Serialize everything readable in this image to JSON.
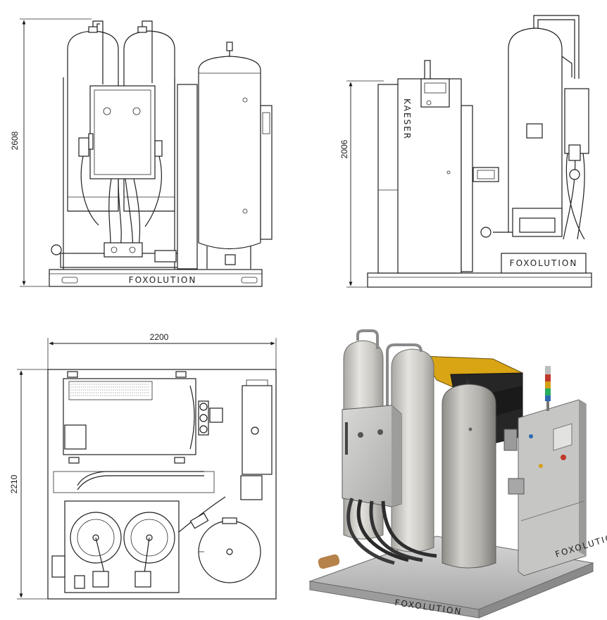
{
  "views": {
    "front": {
      "height_dim": "2608",
      "brand": "FOXOLUTION"
    },
    "side": {
      "height_dim": "2006",
      "brand": "FOXOLUTION",
      "panel_brand": "KAESER"
    },
    "top": {
      "width_dim": "2200",
      "depth_dim": "2210"
    },
    "render": {
      "brand": "FOXOLUTION",
      "panel_brand": "FOXOLUTION"
    }
  },
  "colors": {
    "line": "#1f1f1f",
    "tank_gray": "#b9b7b2",
    "accent_yellow": "#d9a514",
    "base_steel": "#c9c9c9"
  }
}
